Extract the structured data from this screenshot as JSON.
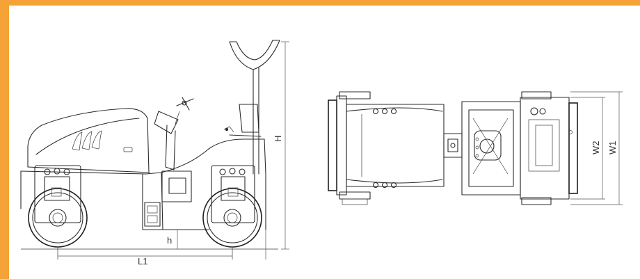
{
  "diagram": {
    "side_view": {
      "dimensions": {
        "height": "H",
        "ground_clearance": "h",
        "length": "L1"
      }
    },
    "top_view": {
      "dimensions": {
        "width_outer": "W1",
        "width_drum": "W2"
      }
    }
  },
  "colors": {
    "frame": "#f5a236",
    "line": "#2b2b2b"
  }
}
